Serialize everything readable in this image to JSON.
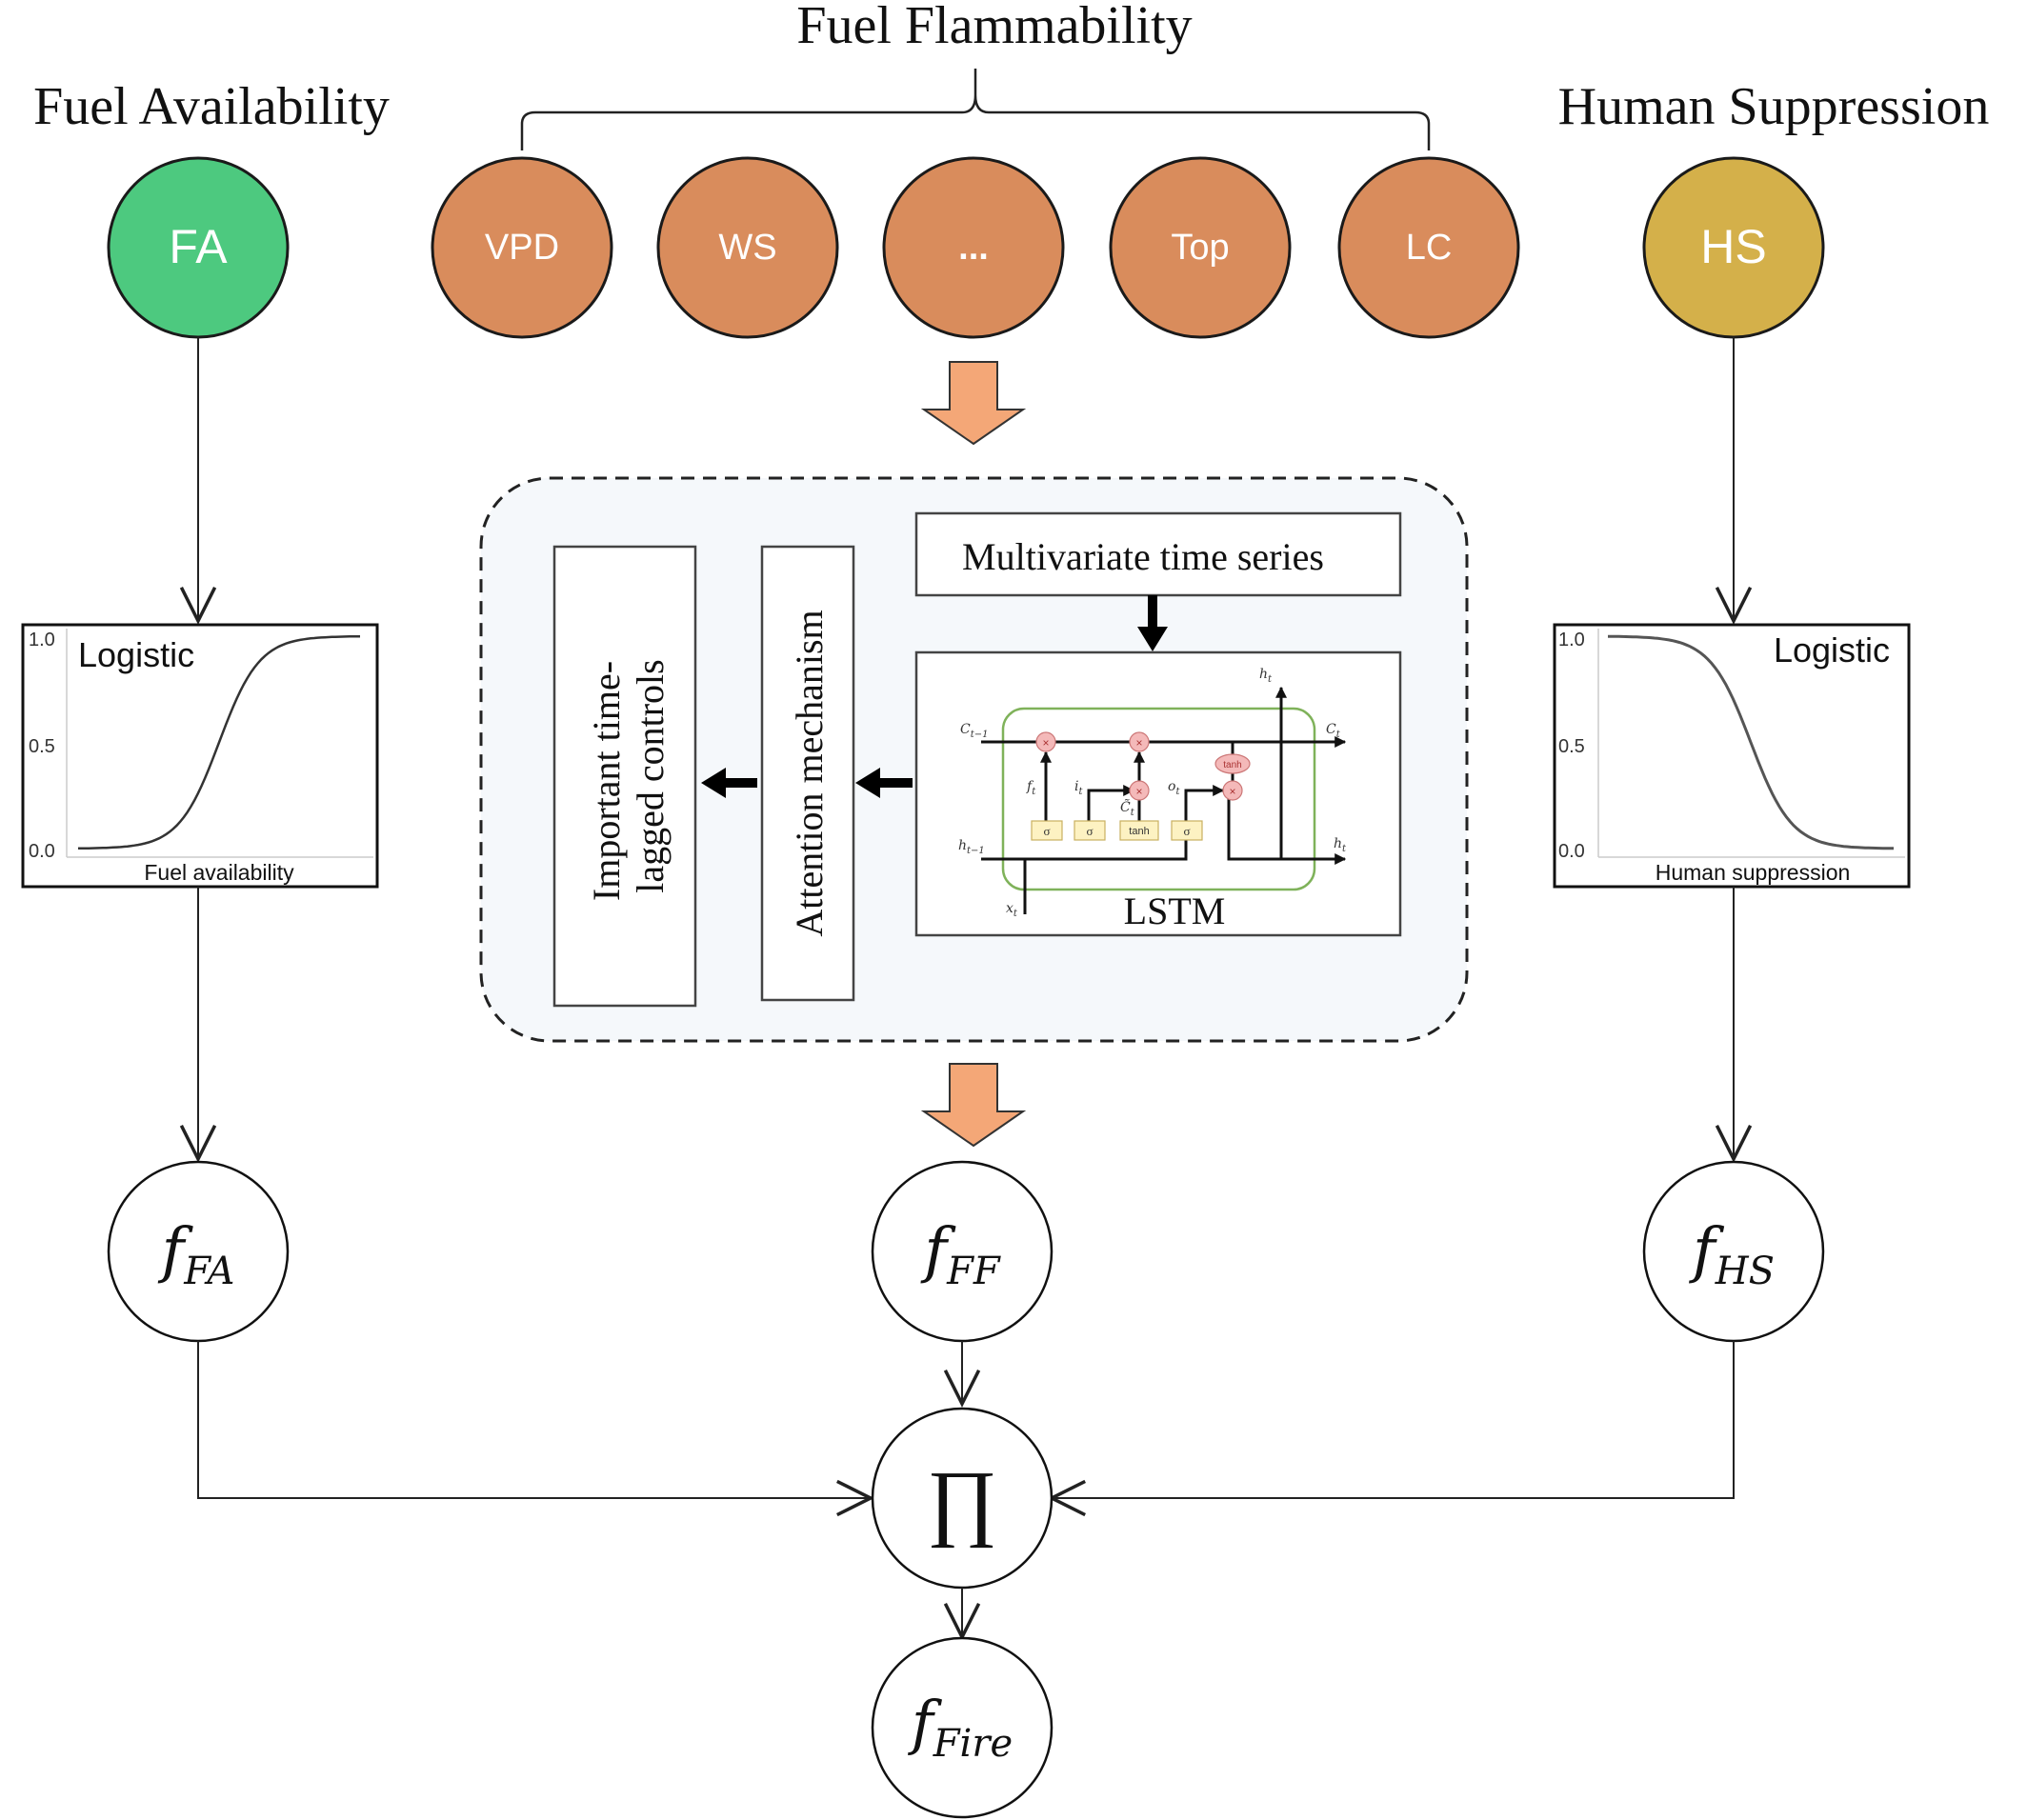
{
  "colors": {
    "fa_node": "#4DC97F",
    "ff_node": "#D98C5C",
    "hs_node": "#D4B04A",
    "orange_arrow": "#F4A777",
    "panel_fill": "#F5F8FB",
    "lstm_box": "#7FB25A",
    "gate_fill": "#FDF2C2",
    "op_fill": "#F4B9B9"
  },
  "groups": {
    "fuel_availability": "Fuel Availability",
    "fuel_flammability": "Fuel Flammability",
    "human_suppression": "Human Suppression"
  },
  "nodes": {
    "fa": "FA",
    "hs": "HS",
    "ff_vars": [
      "VPD",
      "WS",
      "...",
      "Top",
      "LC"
    ]
  },
  "logistic_left": {
    "title": "Logistic",
    "xlabel": "Fuel availability",
    "ticks": [
      "1.0",
      "0.5",
      "0.0"
    ],
    "direction": "increasing"
  },
  "logistic_right": {
    "title": "Logistic",
    "xlabel": "Human suppression",
    "ticks": [
      "1.0",
      "0.5",
      "0.0"
    ],
    "direction": "decreasing"
  },
  "panel": {
    "input_label": "Multivariate time series",
    "lstm_label": "LSTM",
    "attention_label": "Attention mechanism",
    "output_line1": "Important time-",
    "output_line2": "lagged controls",
    "lstm_cell": {
      "c_prev": "C",
      "c_prev_sub": "t−1",
      "c_next": "C",
      "c_next_sub": "t",
      "h_prev": "h",
      "h_prev_sub": "t−1",
      "h_next": "h",
      "h_next_sub": "t",
      "h_top": "h",
      "h_top_sub": "t",
      "x_in": "x",
      "x_in_sub": "t",
      "f_gate": "f",
      "f_gate_sub": "t",
      "i_gate": "i",
      "i_gate_sub": "t",
      "o_gate": "o",
      "o_gate_sub": "t",
      "c_tilde": "C̃",
      "c_tilde_sub": "t",
      "sigma": "σ",
      "tanh": "tanh",
      "times": "×"
    }
  },
  "functions": {
    "f": "f",
    "fa_sub": "FA",
    "ff_sub": "FF",
    "hs_sub": "HS",
    "product": "∏",
    "fire_sub": "Fire"
  }
}
